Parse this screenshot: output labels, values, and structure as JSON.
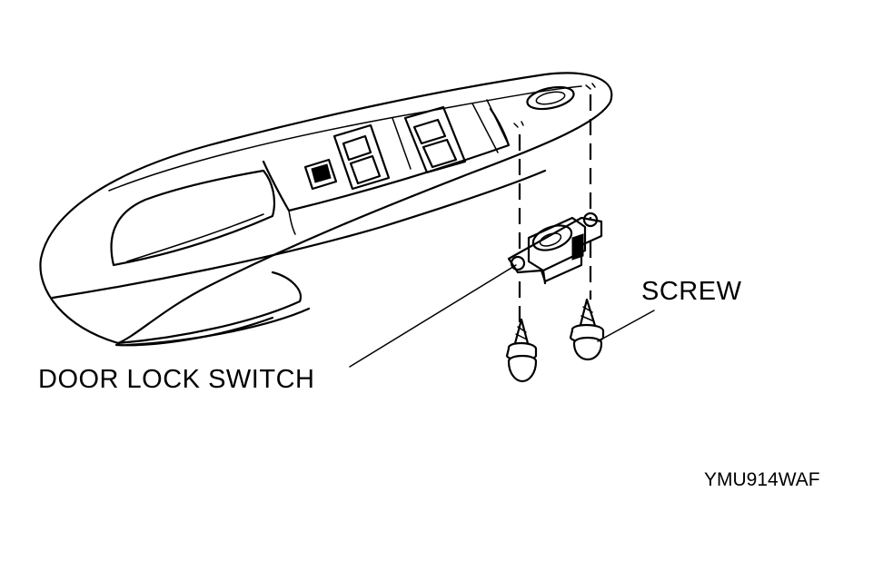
{
  "labels": {
    "screw": "SCREW",
    "door_lock_switch": "DOOR LOCK SWITCH",
    "figure_code": "YMU914WAF"
  },
  "colors": {
    "line": "#000000",
    "background": "#ffffff"
  }
}
